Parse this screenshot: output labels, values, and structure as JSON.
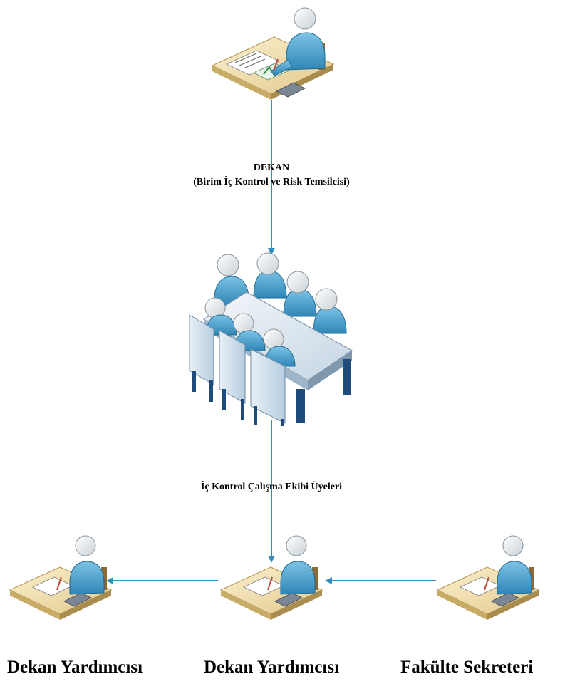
{
  "diagram": {
    "dekan": {
      "title": "DEKAN",
      "subtitle": "(Birim İç Kontrol ve Risk Temsilcisi)"
    },
    "team": {
      "label": "İç Kontrol Çalışma Ekibi Üyeleri"
    },
    "members": [
      {
        "label": "Dekan Yardımcısı"
      },
      {
        "label": "Dekan Yardımcısı"
      },
      {
        "label": "Fakülte Sekreteri"
      }
    ]
  },
  "colors": {
    "connector": "#2f8fc0",
    "person": "#4fa3cf",
    "desk": "#f0deb0",
    "chair": "#c9dcea"
  }
}
